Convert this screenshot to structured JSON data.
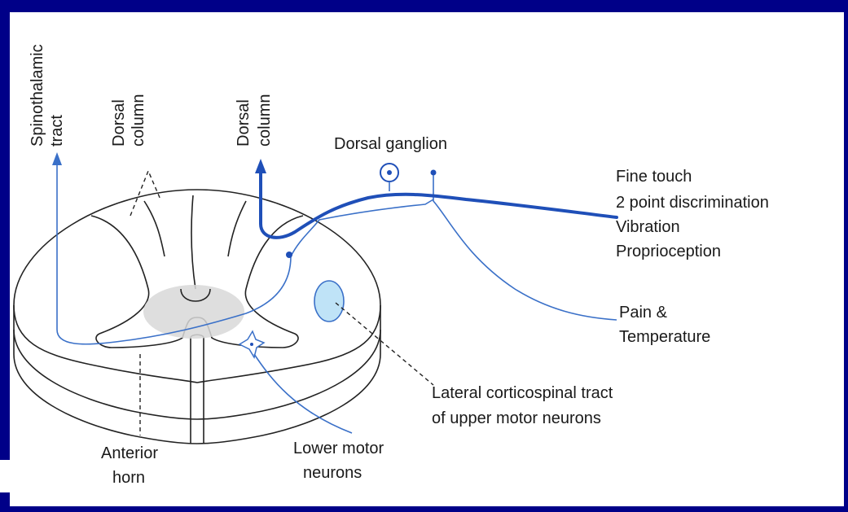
{
  "labels": {
    "spinothalamic_1": "Spinothalamic",
    "spinothalamic_2": "tract",
    "dorsal_column_left_1": "Dorsal",
    "dorsal_column_left_2": "column",
    "dorsal_column_right_1": "Dorsal",
    "dorsal_column_right_2": "column",
    "dorsal_ganglion": "Dorsal ganglion",
    "fine_touch": "Fine touch",
    "two_point": "2 point discrimination",
    "vibration": "Vibration",
    "proprioception": "Proprioception",
    "pain_1": "Pain &",
    "pain_2": "Temperature",
    "lateral_1": "Lateral corticospinal tract",
    "lateral_2": "of upper motor neurons",
    "anterior_1": "Anterior",
    "anterior_2": "horn",
    "lower_1": "Lower motor",
    "lower_2": "neurons"
  },
  "colors": {
    "frame": "#000088",
    "tract_blue": "#1f4fb8",
    "grey_matter_center": "#d8d8d8",
    "lateral_tract_fill": "#bfe3f7"
  }
}
